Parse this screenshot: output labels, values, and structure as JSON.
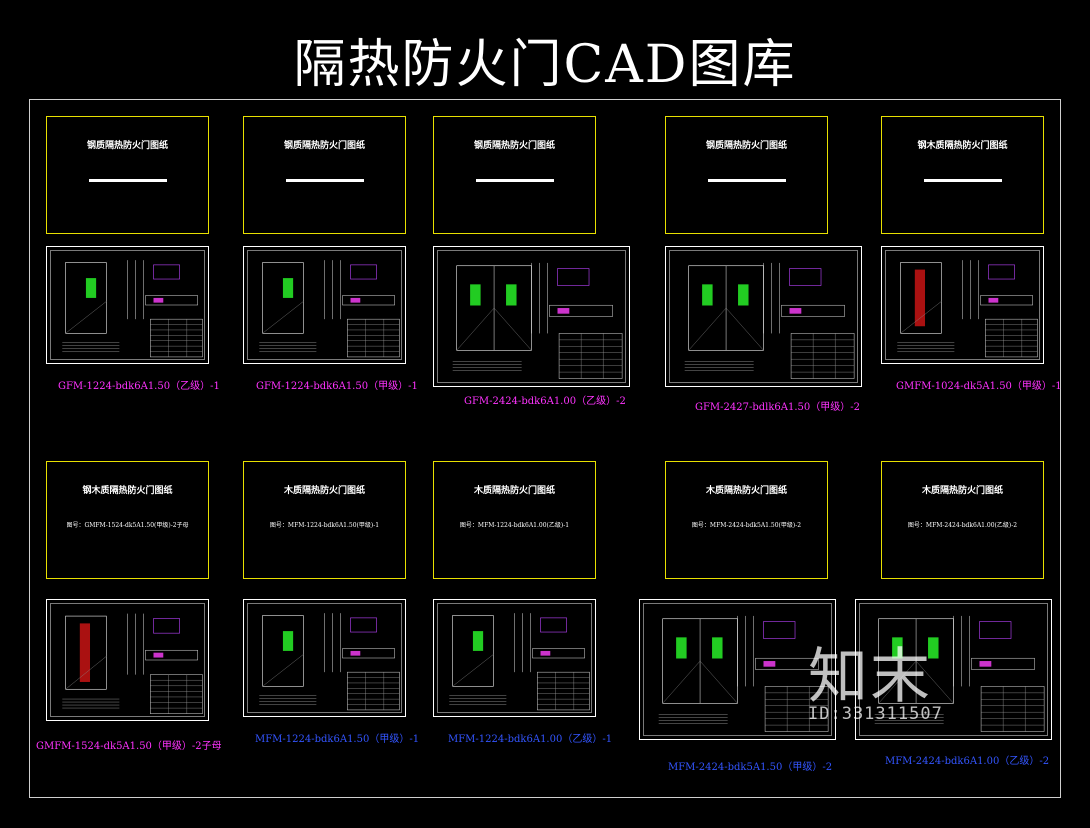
{
  "title": "隔热防火门CAD图库",
  "colors": {
    "background": "#000000",
    "frame": "#cfcfcf",
    "cover_border": "#e8e000",
    "caption_magenta": "#ff33ff",
    "caption_blue": "#3355ff",
    "panel_green": "#22cc22"
  },
  "covers": [
    {
      "title": "钢质隔热防火门图纸",
      "subtitle": ""
    },
    {
      "title": "钢质隔热防火门图纸",
      "subtitle": ""
    },
    {
      "title": "钢质隔热防火门图纸",
      "subtitle": ""
    },
    {
      "title": "钢质隔热防火门图纸",
      "subtitle": ""
    },
    {
      "title": "钢木质隔热防火门图纸",
      "subtitle": ""
    },
    {
      "title": "钢木质隔热防火门图纸",
      "subtitle": "图号：GMFM-1524-dk5A1.50(甲级)-2子母"
    },
    {
      "title": "木质隔热防火门图纸",
      "subtitle": "图号：MFM-1224-bdk6A1.50(甲级)-1"
    },
    {
      "title": "木质隔热防火门图纸",
      "subtitle": "图号：MFM-1224-bdk6A1.00(乙级)-1"
    },
    {
      "title": "木质隔热防火门图纸",
      "subtitle": "图号：MFM-2424-bdk5A1.50(甲级)-2"
    },
    {
      "title": "木质隔热防火门图纸",
      "subtitle": "图号：MFM-2424-bdk6A1.00(乙级)-2"
    }
  ],
  "captions": [
    "GFM-1224-bdk6A1.50（乙级）-1",
    "GFM-1224-bdk6A1.50（甲级）-1",
    "GFM-2424-bdk6A1.00（乙级）-2",
    "GFM-2427-bdlk6A1.50（甲级）-2",
    "GMFM-1024-dk5A1.50（甲级）-1",
    "GMFM-1524-dk5A1.50（甲级）-2子母",
    "MFM-1224-bdk6A1.50（甲级）-1",
    "MFM-1224-bdk6A1.00（乙级）-1",
    "MFM-2424-bdk5A1.50（甲级）-2",
    "MFM-2424-bdk6A1.00（乙级）-2"
  ],
  "watermark": {
    "brand": "知末",
    "id": "ID:331311507"
  }
}
